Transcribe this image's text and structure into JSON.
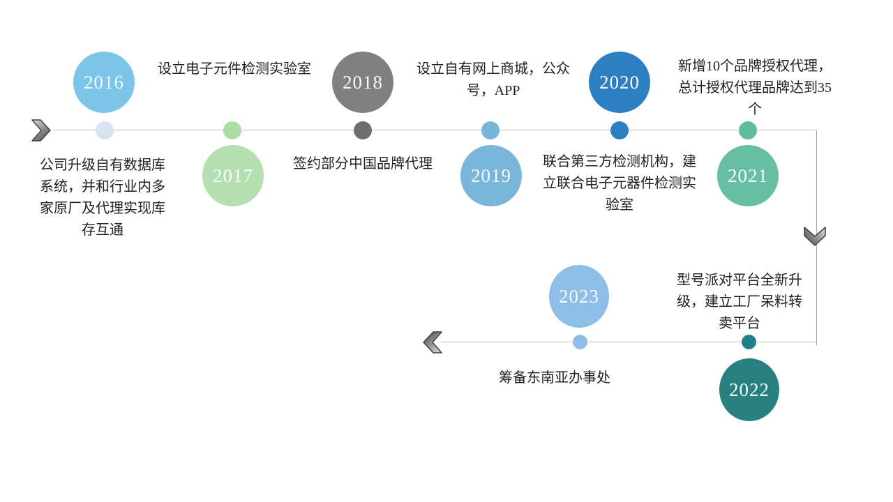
{
  "page": {
    "background_color": "#ffffff",
    "text_color": "#212121",
    "line_color": "#bfbfbf",
    "vertical_line_color": "#a6a6a6",
    "arrow_fill_light": "#dcdcdc",
    "arrow_fill_dark": "#5a5a5a",
    "arrow_outline": "#404040"
  },
  "icons": {
    "start_arrow": "chevron-right-icon",
    "turn_arrow": "chevron-down-icon",
    "end_arrow": "chevron-left-icon"
  },
  "timeline": {
    "events": [
      {
        "year": "2016",
        "description": "公司升级自有数据库\n系统，并和行业内多\n家原厂及代理实现库\n存互通",
        "circle_color": "#7cc4e8",
        "dot_color": "#d9e2f3",
        "row": "top",
        "circle_position": "above-line"
      },
      {
        "year": "2017",
        "description": "设立电子元件检测实验室",
        "circle_color": "#b5dfb0",
        "dot_color": "#abdda4",
        "row": "top",
        "circle_position": "below-line"
      },
      {
        "year": "2018",
        "description": "签约部分中国品牌代理",
        "circle_color": "#808080",
        "dot_color": "#6e6e6e",
        "row": "top",
        "circle_position": "above-line"
      },
      {
        "year": "2019",
        "description": "设立自有网上商城，公众\n号，APP",
        "circle_color": "#7ab6d9",
        "dot_color": "#77b5d8",
        "row": "top",
        "circle_position": "below-line"
      },
      {
        "year": "2020",
        "description": "联合第三方检测机构，建\n立联合电子元器件检测实\n验室",
        "circle_color": "#2e7fc2",
        "dot_color": "#2e7fc2",
        "row": "top",
        "circle_position": "above-line"
      },
      {
        "year": "2021",
        "description": "新增10个品牌授权代理，\n总计授权代理品牌达到35\n个",
        "circle_color": "#67bfa3",
        "dot_color": "#5fbd9e",
        "row": "top",
        "circle_position": "below-line"
      },
      {
        "year": "2022",
        "description": "型号派对平台全新升\n级，建立工厂呆料转\n卖平台",
        "circle_color": "#27807f",
        "dot_color": "#1e8186",
        "row": "bottom",
        "circle_position": "below-line"
      },
      {
        "year": "2023",
        "description": "筹备东南亚办事处",
        "circle_color": "#8cbee8",
        "dot_color": "#8cbee8",
        "row": "bottom",
        "circle_position": "above-line"
      }
    ]
  }
}
